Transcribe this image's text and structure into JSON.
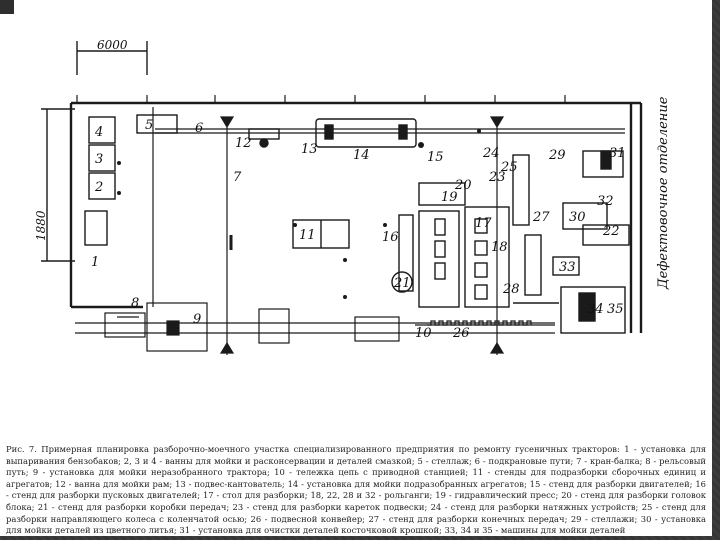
{
  "dimensions": {
    "width_label": "6000",
    "height_label": "1880"
  },
  "side_label": "Дефектовочное отделение",
  "labels": [
    "1",
    "2",
    "3",
    "4",
    "5",
    "6",
    "7",
    "8",
    "9",
    "10",
    "11",
    "12",
    "13",
    "14",
    "15",
    "16",
    "17",
    "18",
    "19",
    "20",
    "21",
    "22",
    "23",
    "24",
    "25",
    "26",
    "27",
    "28",
    "29",
    "30",
    "31",
    "32",
    "33",
    "34",
    "35"
  ],
  "caption": {
    "title": "Рис. 7. Примерная планировка разборочно-моечного участка специализированного предприятия по ремонту гусеничных тракторов:",
    "legend": "1 - установка для выпаривания бензобаков; 2, 3 и 4 - ванны для мойки и расконсервации и деталей смазкой; 5 - стеллаж; 6 - подкрановые пути; 7 - кран-балка; 8 - рельсовый путь; 9 - установка для мойки неразобранного трактора; 10 - тележка цепь с приводной станцией; 11 - стенды для подразборки сборочных единиц и агрегатов; 12 - ванна для мойки рам; 13 - подвес-кантователь; 14 - установка для мойки подразобранных агрегатов; 15 - стенд для разборки двигателей; 16 - стенд для разборки пусковых двигателей; 17 - стол для разборки; 18, 22, 28 и 32 - рольганги; 19 - гидравлический пресс; 20 - стенд для разборки головок блока; 21 - стенд для разборки коробки передач; 23 - стенд для разборки кареток подвески; 24 - стенд для разборки натяжных устройств; 25 - стенд для разборки направляющего колеса с коленчатой осью; 26 - подвесной конвейер; 27 - стенд для разборки конечных передач; 29 - стеллажи; 30 - установка для мойки деталей из цветного литья; 31 - установка для очистки деталей косточковой крошкой; 33, 34 и 35 - машины для мойки деталей"
  }
}
